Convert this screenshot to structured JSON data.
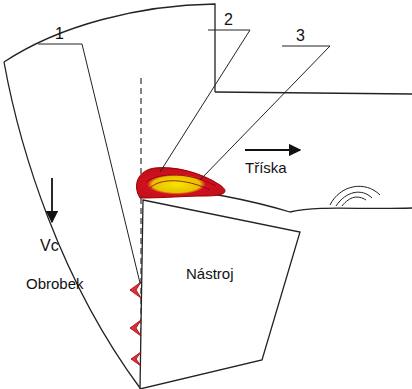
{
  "diagram": {
    "labels": [
      "1",
      "2",
      "3",
      "Tříska",
      "Vc",
      "Obrobek",
      "Nástroj"
    ]
  }
}
